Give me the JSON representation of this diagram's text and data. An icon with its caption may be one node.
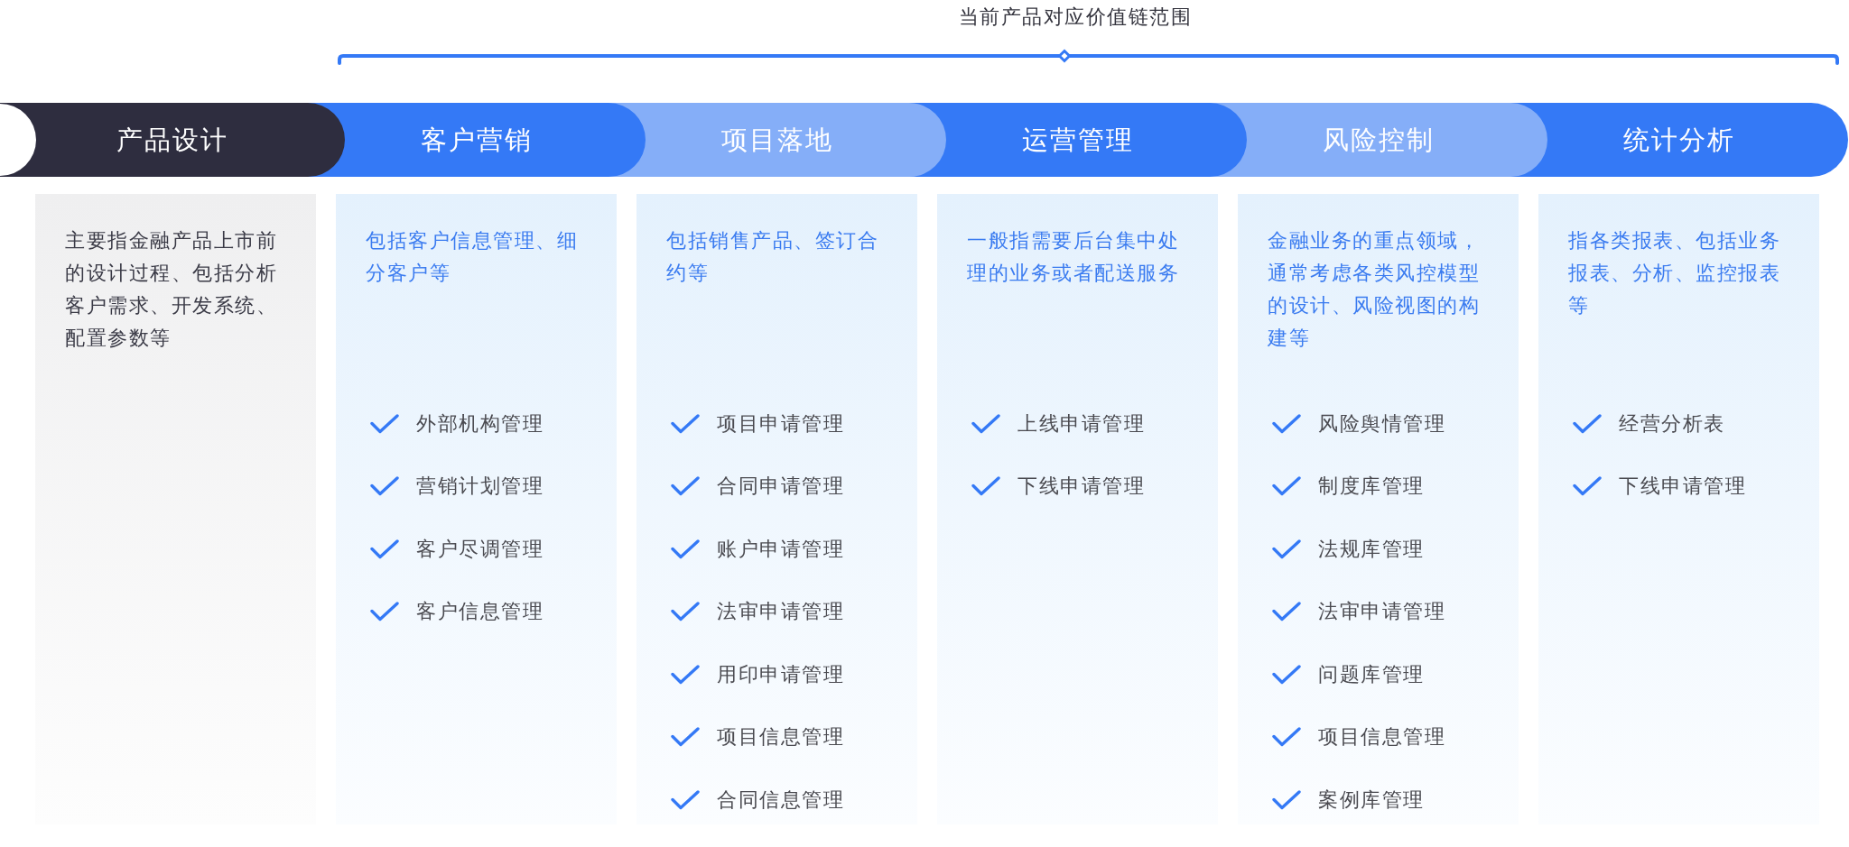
{
  "diagram": {
    "nodes": [
      {
        "text": [
          "产品设计"
        ]
      },
      {
        "text": [
          "客户营销"
        ]
      },
      {
        "text": [
          "项目落地"
        ]
      },
      {
        "text": [
          "运营管理"
        ]
      },
      {
        "text": [
          "风险控制"
        ]
      },
      {
        "text": [
          "统计分析"
        ]
      },
      {
        "text": [
          "主要指金融产品上市前的设计过程、包括分析客户需求、开发系统、配置参数等"
        ]
      },
      {
        "text": [
          "包括客户信息管理、细分客户等",
          "外部机构管理",
          "营销计划管理",
          "客户尽调管理",
          "客户信息管理"
        ]
      },
      {
        "text": [
          "包括销售产品、签订合约等",
          "项目申请管理",
          "合同申请管理",
          "账户申请管理",
          "法审申请管理",
          "用印申请管理",
          "项目信息管理",
          "合同信息管理"
        ]
      },
      {
        "text": [
          "一般指需要后台集中处理的业务或者配送服务",
          "上线申请管理",
          "下线申请管理"
        ]
      },
      {
        "text": [
          "金融业务的重点领域，通常考虑各类风控模型的设计、风险视图的构建等",
          "风险舆情管理",
          "制度库管理",
          "法规库管理",
          "法审申请管理",
          "问题库管理",
          "项目信息管理",
          "案例库管理"
        ]
      },
      {
        "text": [
          "指各类报表、包括业务报表、分析、监控报表等",
          "经营分析表",
          "下线申请管理"
        ]
      }
    ],
    "labels": [
      "当前产品对应价值链范围"
    ]
  }
}
